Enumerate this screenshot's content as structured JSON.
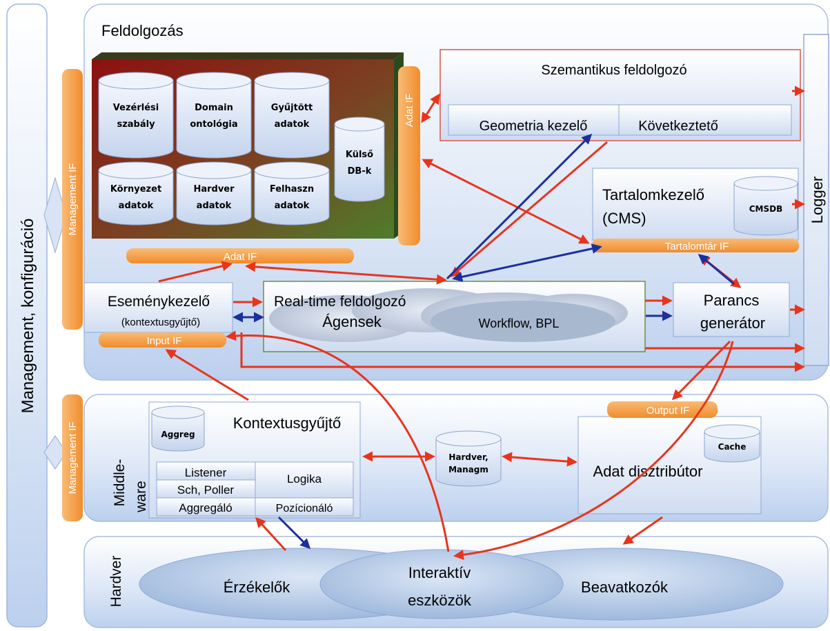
{
  "left_bar": {
    "label": "Management, konfiguráció"
  },
  "feldolgozas": {
    "title": "Feldolgozás",
    "management_if": "Management IF",
    "adat_if_vertical": "Adat IF",
    "adat_if_bottom": "Adat IF",
    "databases": [
      "Vezérlési szabály",
      "Domain ontológia",
      "Gyűjtött adatok",
      "Környezet adatok",
      "Hardver adatok",
      "Felhaszn adatok",
      "Külső DB-k"
    ],
    "semantic": {
      "title": "Szemantikus feldolgozó",
      "geometria": "Geometria kezelő",
      "kovetkezteto": "Következtető"
    },
    "cms": {
      "title_line1": "Tartalomkezelő",
      "title_line2": "(CMS)",
      "db": "CMSDB",
      "if": "Tartalomtár IF"
    },
    "esemeny": {
      "title": "Eseménykezelő",
      "subtitle": "(kontextusgyűjtő)",
      "input_if": "Input IF"
    },
    "realtime": {
      "title": "Real-time feldolgozó",
      "agensek": "Ágensek",
      "workflow": "Workflow, BPL"
    },
    "parancs": {
      "line1": "Parancs",
      "line2": "generátor"
    }
  },
  "logger": {
    "label": "Logger"
  },
  "middleware": {
    "title_line1": "Middle-",
    "title_line2": "ware",
    "management_if": "Management IF",
    "kontextus": {
      "title": "Kontextusgyűjtő",
      "aggreg": "Aggreg",
      "listener": "Listener",
      "poller": "Sch, Poller",
      "aggregalo": "Aggregáló",
      "logika": "Logika",
      "pozicionalo": "Pozícionáló"
    },
    "hardver_db": {
      "line1": "Hardver,",
      "line2": "Managm"
    },
    "output_if": "Output IF",
    "distributor": {
      "title": "Adat disztribútor",
      "cache": "Cache"
    }
  },
  "hardver": {
    "title": "Hardver",
    "erzekelok": "Érzékelők",
    "interaktiv_line1": "Interaktív",
    "interaktiv_line2": "eszközök",
    "beavatkozok": "Beavatkozók"
  },
  "colors": {
    "red_arrow": "#e8341c",
    "blue_arrow": "#1d2f9c",
    "orange_if": "#f5a04a",
    "panel_blue": "#c9d9f1"
  }
}
